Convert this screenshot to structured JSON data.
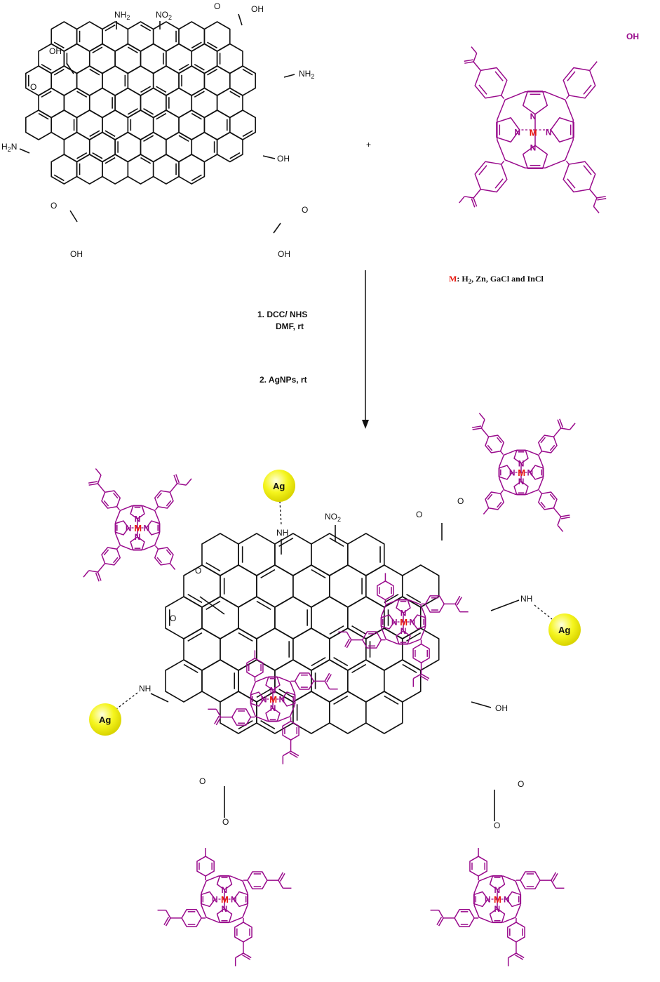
{
  "substituents": {
    "nh2": "NH",
    "no2": "NO",
    "sub2": "2",
    "oh": "OH",
    "nh": "NH",
    "h2n": "H",
    "n_letter": "N",
    "o_letter": "O"
  },
  "plus_sign": "+",
  "porphyrin": {
    "metal_label": "M",
    "nitrogen_label": "N",
    "oh_label": "OH"
  },
  "metal_key": {
    "symbol": "M",
    "text_prefix": ": H",
    "text_sub": "2",
    "text_suffix": ", Zn, GaCl and InCl"
  },
  "conditions": {
    "step1_line1": "1. DCC/ NHS",
    "step1_line2": "DMF, rt",
    "step2": "2. AgNPs, rt"
  },
  "nanoparticle_label": "Ag",
  "colors": {
    "porphyrin": "#990a8c",
    "metal": "#e8170e",
    "nanoparticle": "#f5f51e",
    "graphene": "#111111"
  }
}
